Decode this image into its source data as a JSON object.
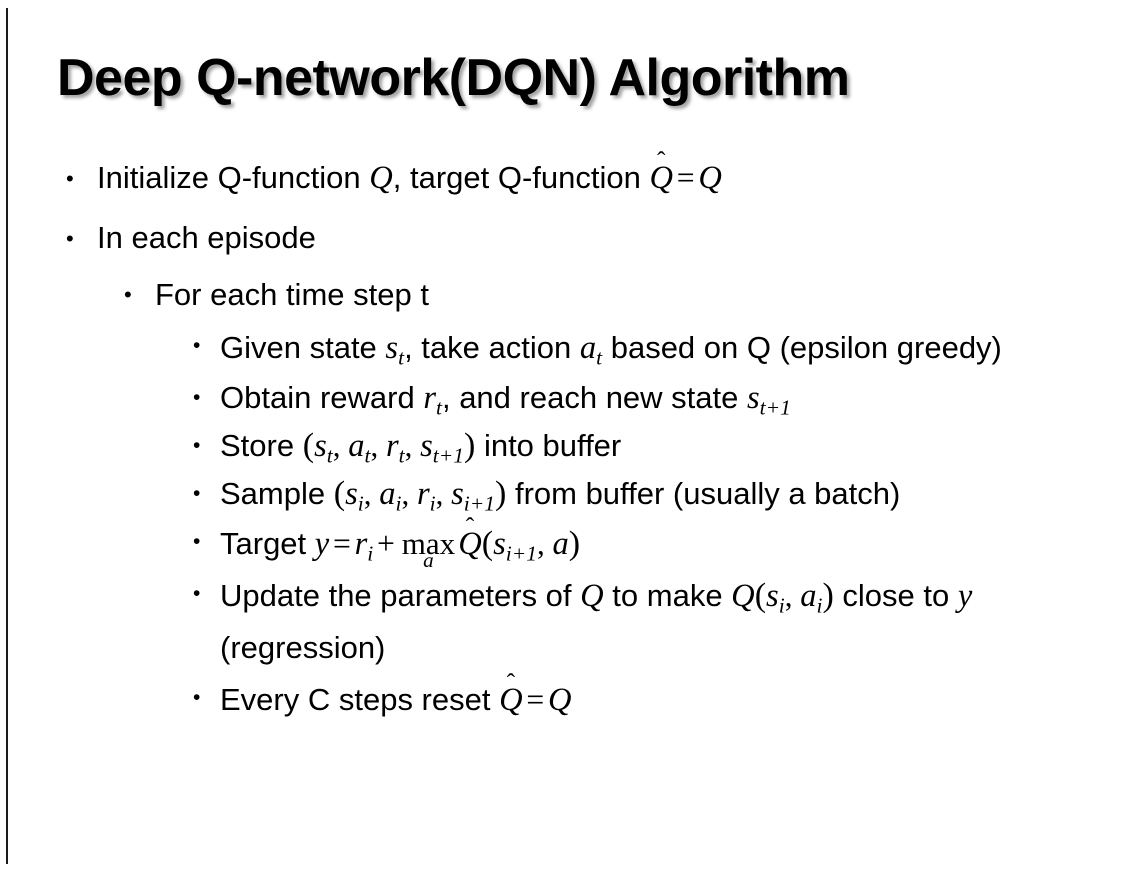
{
  "slide": {
    "title": "Deep Q-network(DQN) Algorithm",
    "background_color": "#ffffff",
    "text_color": "#000000",
    "edge_rule_color": "#1a1a1a",
    "bullet_glyph": "•"
  },
  "content": {
    "level1": [
      {
        "id": "initialize",
        "plain_text": "Initialize Q-function Q, target Q-function Q̂ = Q",
        "parts": {
          "lead": "Initialize Q-function ",
          "sym_q1": "Q",
          "mid": ", target Q-function ",
          "qhat_base": "Q",
          "qhat_accent": "̂",
          "eq": "=",
          "sym_q2": "Q"
        }
      },
      {
        "id": "in-each-episode",
        "plain_text": "In each episode",
        "parts": {
          "lead": "In each episode"
        }
      }
    ],
    "level2": [
      {
        "id": "for-each-time-step",
        "plain_text": "For each time step t",
        "parts": {
          "lead": "For each time step t"
        }
      }
    ],
    "level3": [
      {
        "id": "given-state",
        "plain_text": "Given state s_t, take action a_t based on Q (epsilon greedy)",
        "parts": {
          "lead": "Given state ",
          "s_base": "s",
          "s_sub": "t",
          "mid1": ", take action ",
          "a_base": "a",
          "a_sub": "t",
          "mid2": " based on Q (epsilon greedy)"
        }
      },
      {
        "id": "obtain-reward",
        "plain_text": "Obtain reward r_t, and reach new state s_{t+1}",
        "parts": {
          "lead": "Obtain reward ",
          "r_base": "r",
          "r_sub": "t",
          "mid1": ", and reach new state ",
          "s_base": "s",
          "s_sub": "t+1"
        }
      },
      {
        "id": "store-tuple",
        "plain_text": "Store (s_t, a_t, r_t, s_{t+1}) into buffer",
        "parts": {
          "lead": "Store ",
          "open": "(",
          "s1_base": "s",
          "s1_sub": "t",
          "sep1": ", ",
          "a_base": "a",
          "a_sub": "t",
          "sep2": ", ",
          "r_base": "r",
          "r_sub": "t",
          "sep3": ", ",
          "s2_base": "s",
          "s2_sub": "t+1",
          "close": ")",
          "tail": " into buffer"
        }
      },
      {
        "id": "sample-tuple",
        "plain_text": "Sample (s_i, a_i, r_i, s_{i+1}) from buffer (usually a batch)",
        "parts": {
          "lead": "Sample ",
          "open": "(",
          "s1_base": "s",
          "s1_sub": "i",
          "sep1": ", ",
          "a_base": "a",
          "a_sub": "i",
          "sep2": ", ",
          "r_base": "r",
          "r_sub": "i",
          "sep3": ", ",
          "s2_base": "s",
          "s2_sub": "i+1",
          "close": ")",
          "tail": " from buffer (usually a batch)"
        }
      },
      {
        "id": "target-equation",
        "plain_text": "Target y = r_i + max_a Q̂(s_{i+1}, a)",
        "parts": {
          "lead": "Target ",
          "y": "y",
          "eq": "=",
          "r_base": "r",
          "r_sub": "i",
          "plus": "+",
          "op_name": "max",
          "op_limit": "a",
          "qhat_base": "Q",
          "qhat_accent": "̂",
          "open": "(",
          "s_base": "s",
          "s_sub": "i+1",
          "sep": ", ",
          "a": "a",
          "close": ")"
        }
      },
      {
        "id": "update-parameters",
        "plain_text": "Update the parameters of Q to make Q(s_i, a_i) close to y (regression)",
        "parts": {
          "lead": "Update the parameters of ",
          "q1": "Q",
          "mid1": " to make ",
          "q2": "Q",
          "open": "(",
          "s_base": "s",
          "s_sub": "i",
          "sep": ", ",
          "a_base": "a",
          "a_sub": "i",
          "close": ")",
          "mid2": " close to ",
          "y": "y",
          "tail": " (regression)"
        }
      },
      {
        "id": "reset-target-network",
        "plain_text": "Every C steps reset Q̂ = Q",
        "parts": {
          "lead": "Every C steps reset ",
          "qhat_base": "Q",
          "qhat_accent": "̂",
          "eq": "=",
          "q": "Q"
        }
      }
    ]
  }
}
